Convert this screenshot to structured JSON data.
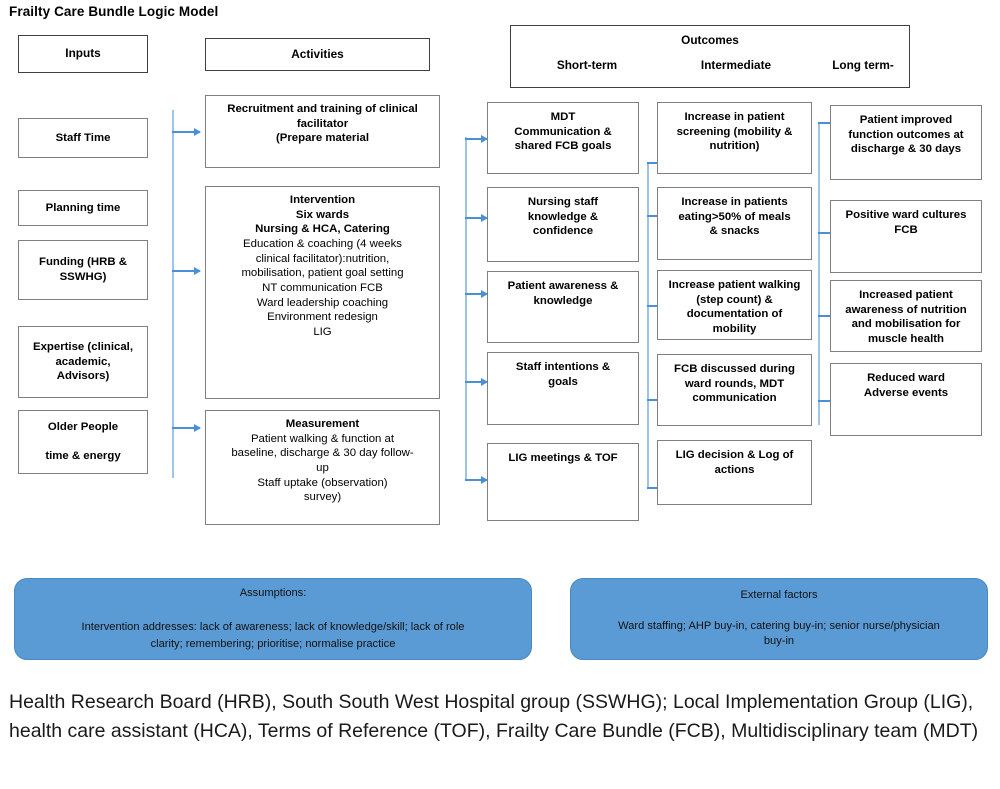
{
  "title": {
    "bold_part": "Frailty Care Bundle",
    "rest_part": " Logic Model",
    "full": "Frailty Care Bundle Logic Model"
  },
  "headers": {
    "inputs": "Inputs",
    "activities": "Activities",
    "outcomes": "Outcomes",
    "outcomes_short": "Short-term",
    "outcomes_intermediate": "Intermediate",
    "outcomes_long": "Long term-"
  },
  "columns": {
    "inputs": [
      {
        "label": "Staff Time"
      },
      {
        "label": "Planning time"
      },
      {
        "label": "Funding (HRB &\nSSWHG)"
      },
      {
        "label": "Expertise (clinical,\nacademic,\nAdvisors)"
      },
      {
        "label": "Older People\n\ntime & energy"
      }
    ],
    "activities": [
      {
        "name": "recruitment",
        "bold_lines": [
          "Recruitment and training of clinical",
          "facilitator",
          "(Prepare material"
        ],
        "plain_lines": []
      },
      {
        "name": "intervention",
        "bold_lines": [
          "Intervention",
          "Six wards",
          "Nursing & HCA, Catering"
        ],
        "plain_lines": [
          "Education & coaching  (4 weeks",
          "clinical facilitator):nutrition,",
          "mobilisation, patient goal setting",
          "NT communication FCB",
          "Ward leadership coaching",
          "Environment redesign",
          "LIG"
        ]
      },
      {
        "name": "measurement",
        "bold_lines": [
          "Measurement"
        ],
        "plain_lines": [
          "Patient walking & function at",
          "baseline, discharge & 30 day follow-",
          "up",
          "Staff uptake (observation)",
          "survey)"
        ]
      }
    ],
    "short_term": [
      {
        "label": "MDT\nCommunication &\nshared  FCB goals"
      },
      {
        "label": "Nursing staff\nknowledge &\nconfidence"
      },
      {
        "label": "Patient awareness &\nknowledge"
      },
      {
        "label": "Staff intentions &\ngoals"
      },
      {
        "label": "LIG meetings & TOF"
      }
    ],
    "intermediate": [
      {
        "label": "Increase in patient\nscreening (mobility &\nnutrition)"
      },
      {
        "label": "Increase in patients\neating>50% of meals\n& snacks"
      },
      {
        "label": "Increase patient walking\n(step count) &\ndocumentation of\nmobility"
      },
      {
        "label": "FCB discussed during\nward rounds, MDT\ncommunication"
      },
      {
        "label": "LIG decision & Log of\nactions"
      }
    ],
    "long_term": [
      {
        "label": "Patient improved\nfunction outcomes at\ndischarge & 30 days"
      },
      {
        "label": "Positive ward cultures\nFCB"
      },
      {
        "label": "Increased patient\nawareness of nutrition\nand mobilisation for\nmuscle health"
      },
      {
        "label": "Reduced ward\nAdverse events"
      }
    ]
  },
  "panels": {
    "assumptions": {
      "title": "Assumptions:",
      "body": "Intervention addresses: lack of awareness; lack of knowledge/skill; lack of role\nclarity; remembering; prioritise; normalise practice"
    },
    "external": {
      "title": "External factors",
      "body": "Ward staffing; AHP buy-in, catering buy-in; senior nurse/physician\nbuy-in"
    }
  },
  "legend": "Health Research Board (HRB), South South West Hospital group (SSWHG); Local Implementation Group (LIG), health care assistant (HCA), Terms of Reference (TOF), Frailty Care Bundle (FCB), Multidisciplinary team (MDT)",
  "colors": {
    "panel_blue": "#5B9BD5",
    "arrow_blue": "#4A90D9",
    "spine_blue": "#9DC3E6",
    "box_border": "#808080"
  }
}
